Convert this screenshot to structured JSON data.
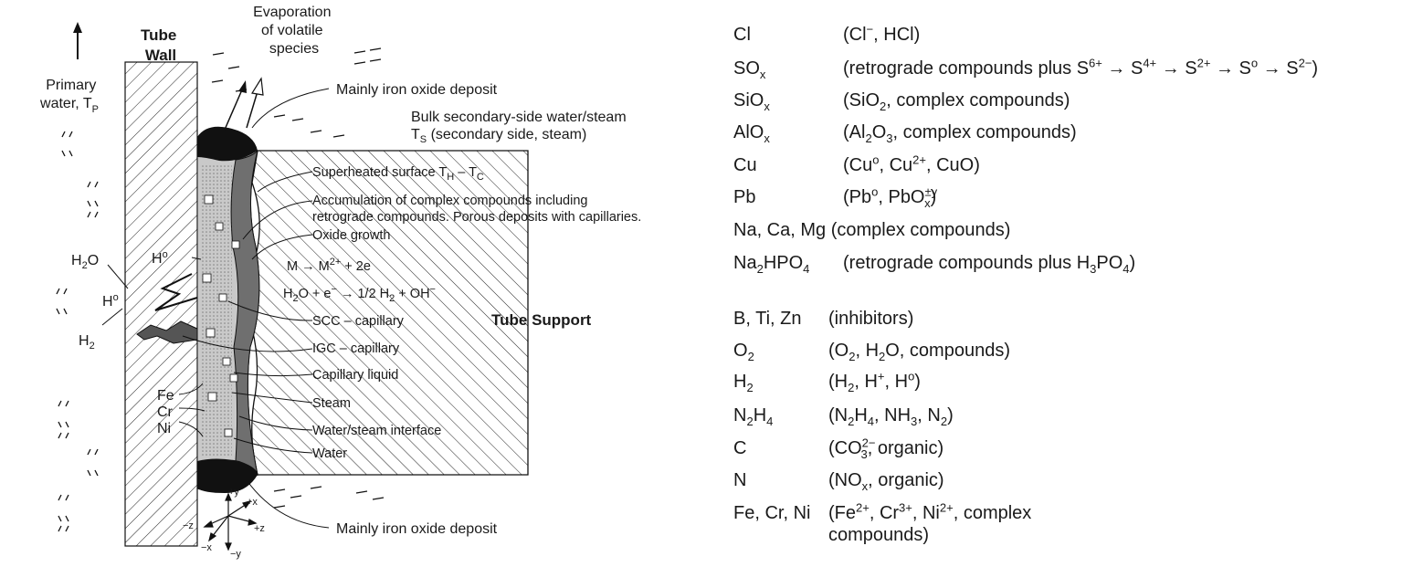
{
  "diagram": {
    "tube_wall": [
      "Tube",
      "Wall"
    ],
    "primary_water": [
      "Primary",
      "water, T",
      "P"
    ],
    "evaporation": [
      "Evaporation",
      "of volatile",
      "species"
    ],
    "deposit_top": "Mainly iron oxide deposit",
    "bulk": [
      "Bulk secondary-side water/steam",
      "T",
      "S",
      " (secondary side, steam)"
    ],
    "superheated": [
      "Superheated surface T",
      "H",
      " – T",
      "C"
    ],
    "accumulation": [
      "Accumulation of complex compounds including",
      "retrograde compounds.  Porous deposits with capillaries."
    ],
    "oxide_growth": "Oxide growth",
    "reaction1": [
      "M → M",
      "2+",
      " + 2e"
    ],
    "reaction2": [
      "H",
      "2",
      "O + e",
      "−",
      " → 1/2 H",
      "2",
      " + OH",
      "−"
    ],
    "scc": "SCC – capillary",
    "igc": "IGC – capillary",
    "capillary_liquid": "Capillary liquid",
    "steam": "Steam",
    "interface": "Water/steam interface",
    "water": "Water",
    "tube_support": "Tube Support",
    "h2o": [
      "H",
      "2",
      "O"
    ],
    "h0_a": [
      "H",
      "o"
    ],
    "h0_b": [
      "H",
      "o"
    ],
    "h2": [
      "H",
      "2"
    ],
    "fe": "Fe",
    "cr": "Cr",
    "ni": "Ni",
    "deposit_bottom": "Mainly iron oxide deposit",
    "axes": {
      "py": "+y",
      "px": "+x",
      "pz": "+z",
      "nz": "−z",
      "nx": "−x",
      "ny": "−y"
    }
  },
  "legend": [
    {
      "element": "Cl",
      "description": "(Cl⁻, HCl)"
    },
    {
      "element": "SO_x",
      "description": "(retrograde compounds plus S6+ → S4+ → S2+ → So → S2−)"
    },
    {
      "element": "SiO_x",
      "description": "(SiO2, complex compounds)"
    },
    {
      "element": "AlO_x",
      "description": "(Al2O3, complex compounds)"
    },
    {
      "element": "Cu",
      "description": "(Cuo, Cu2+, CuO)"
    },
    {
      "element": "Pb",
      "description": "(Pbo, PbO±y/x)"
    },
    {
      "element": "Na, Ca, Mg",
      "description": "(complex compounds)"
    },
    {
      "element": "Na2HPO4",
      "description": "(retrograde compounds plus H3PO4)"
    },
    {
      "element": "B, Ti, Zn",
      "description": "(inhibitors)"
    },
    {
      "element": "O2",
      "description": "(O2, H2O, compounds)"
    },
    {
      "element": "H2",
      "description": "(H2, H+, Ho)"
    },
    {
      "element": "N2H4",
      "description": "(N2H4, NH3, N2)"
    },
    {
      "element": "C",
      "description": "(CO3 2−, organic)"
    },
    {
      "element": "N",
      "description": "(NOx, organic)"
    },
    {
      "element": "Fe, Cr, Ni",
      "description": "(Fe2+, Cr3+, Ni2+, complex compounds)"
    }
  ]
}
